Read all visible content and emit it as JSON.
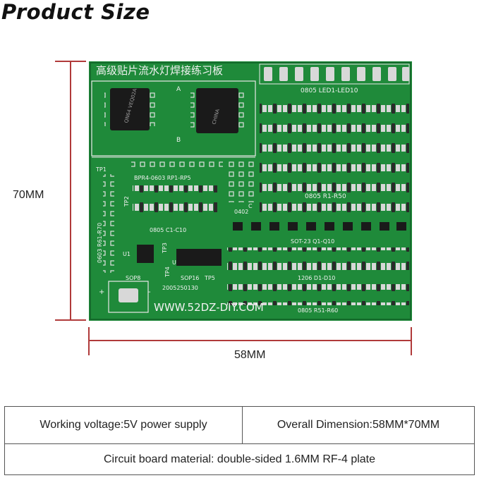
{
  "title": "Product Size",
  "dimensions": {
    "height_label": "70MM",
    "width_label": "58MM"
  },
  "board": {
    "title_cn": "高级贴片流水灯焊接练习板",
    "website": "WWW.52DZ-DIY.COM",
    "serial": "2005250130",
    "chip_a_text": "QN64 VEQ02A",
    "chip_b_text": "CHINA",
    "labels": {
      "a": "A",
      "b": "B",
      "c": "C",
      "tp1": "TP1",
      "tp2": "TP2",
      "tp3": "TP3",
      "tp4": "TP4",
      "tp5": "TP5",
      "u1": "U1",
      "u2": "U2",
      "led": "0805 LED1-LED10",
      "r1": "0805 R1-R50",
      "bpr": "BPR4-0603 RP1-RP5",
      "c1": "0805 C1-C10",
      "r61": "0603 R61-R70",
      "c0402": "0402",
      "sot": "SOT-23 Q1-Q10",
      "d1": "1206 D1-D10",
      "r51": "0805 R51-R60",
      "sop8": "SOP8",
      "sop16": "SOP16",
      "plus": "+",
      "minus": "-"
    },
    "colors": {
      "pcb_green": "#1f8a3a",
      "silkscreen": "#f2f2f2",
      "dimension_line": "#b03a3a"
    }
  },
  "specs": {
    "voltage": "Working voltage:5V power supply",
    "dimension": "Overall Dimension:58MM*70MM",
    "material": "Circuit board material: double-sided 1.6MM RF-4 plate"
  }
}
